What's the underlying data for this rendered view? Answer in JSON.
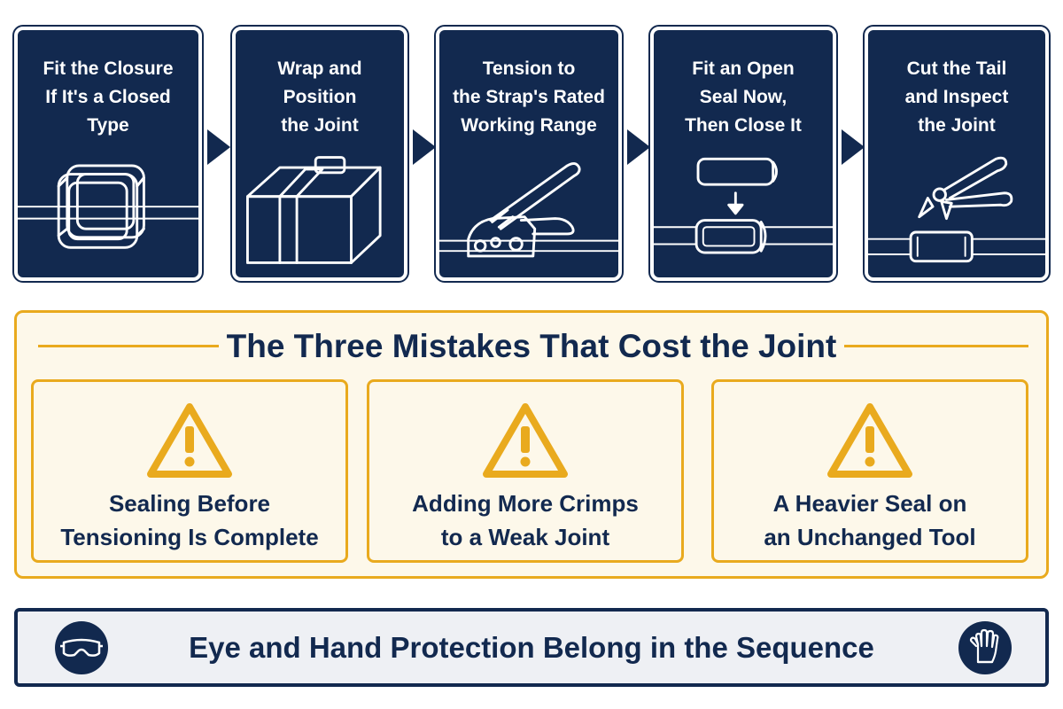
{
  "steps": [
    {
      "title": "Fit the Closure\nIf It's a Closed Type",
      "icon": "closed-buckle-icon"
    },
    {
      "title": "Wrap and\nPosition\nthe Joint",
      "icon": "strapped-box-icon"
    },
    {
      "title": "Tension to\nthe Strap's Rated\nWorking Range",
      "icon": "tensioner-tool-icon"
    },
    {
      "title": "Fit an Open\nSeal Now,\nThen Close It",
      "icon": "open-seal-icon"
    },
    {
      "title": "Cut the Tail\nand Inspect\nthe Joint",
      "icon": "cutter-icon"
    }
  ],
  "mistakes": {
    "title": "The Three Mistakes That Cost the Joint",
    "items": [
      {
        "text": "Sealing Before\nTensioning Is Complete",
        "icon": "warning-icon"
      },
      {
        "text": "Adding More Crimps\nto a Weak Joint",
        "icon": "warning-icon"
      },
      {
        "text": "A Heavier Seal on\nan Unchanged Tool",
        "icon": "warning-icon"
      }
    ]
  },
  "safety": {
    "text": "Eye and Hand Protection Belong in the Sequence",
    "left_icon": "safety-goggles-icon",
    "right_icon": "glove-icon"
  },
  "colors": {
    "navy": "#12294f",
    "gold": "#e9aa1e",
    "cream": "#fdf8ea",
    "banner_bg": "#eef0f4"
  }
}
